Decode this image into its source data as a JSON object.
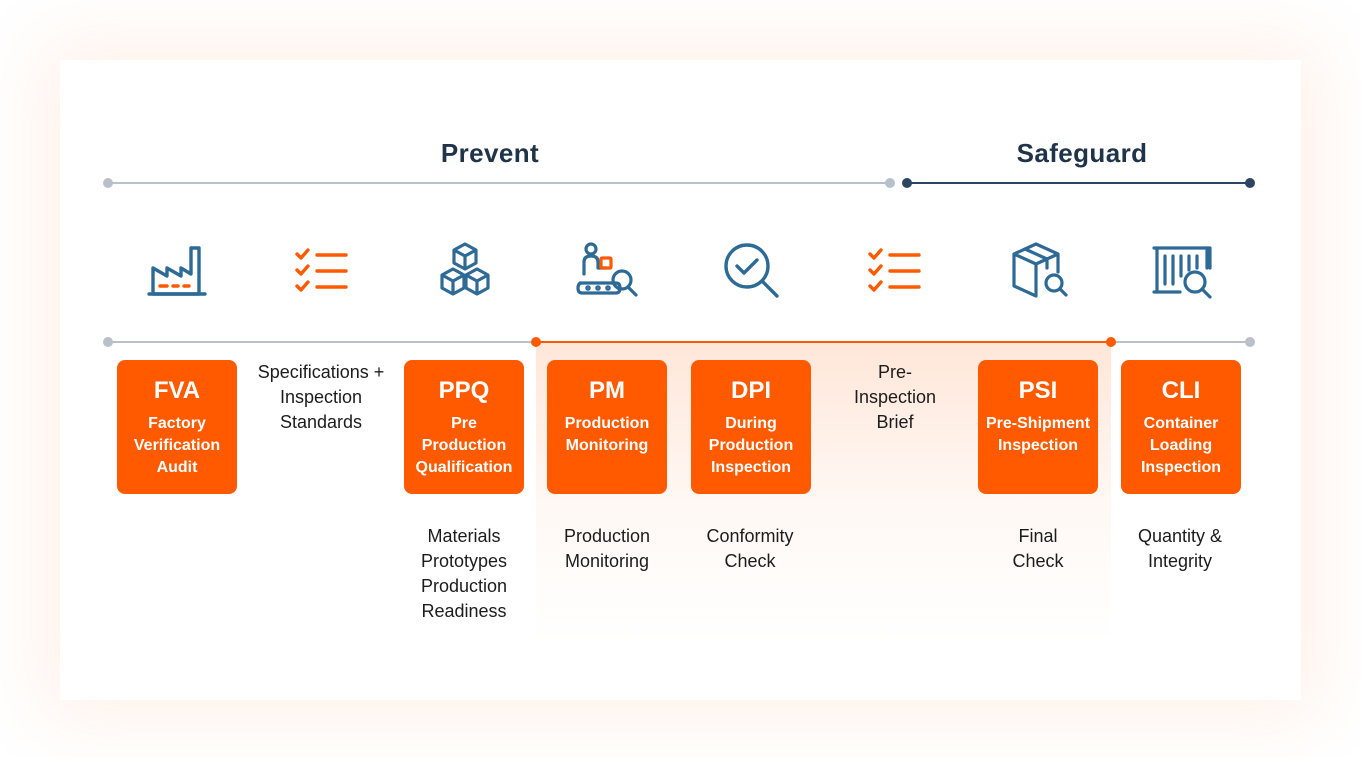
{
  "headings": {
    "prevent": "Prevent",
    "safeguard": "Safeguard"
  },
  "colors": {
    "accent": "#ff5a00",
    "navy": "#2b4562",
    "icon_blue": "#2e6a96",
    "timeline_gray": "#b8c1cb"
  },
  "icons": [
    "factory-icon",
    "checklist-icon",
    "stacked-boxes-icon",
    "worker-inspection-icon",
    "magnifier-check-icon",
    "checklist-icon",
    "package-search-icon",
    "container-search-icon"
  ],
  "steps": [
    {
      "code": "FVA",
      "full": "Factory Verification Audit",
      "note": ""
    },
    {
      "code": "",
      "full": "",
      "note": "Specifications +\nInspection\nStandards"
    },
    {
      "code": "PPQ",
      "full": "Pre Production Qualification",
      "note": "Materials\nPrototypes\nProduction\nReadiness"
    },
    {
      "code": "PM",
      "full": "Production Monitoring",
      "note": "Production\nMonitoring"
    },
    {
      "code": "DPI",
      "full": "During Production Inspection",
      "note": "Conformity\nCheck"
    },
    {
      "code": "",
      "full": "",
      "note": "Pre-\nInspection\nBrief"
    },
    {
      "code": "PSI",
      "full": "Pre-Shipment Inspection",
      "note": "Final\nCheck"
    },
    {
      "code": "CLI",
      "full": "Container Loading Inspection",
      "note": "Quantity &\nIntegrity"
    }
  ]
}
